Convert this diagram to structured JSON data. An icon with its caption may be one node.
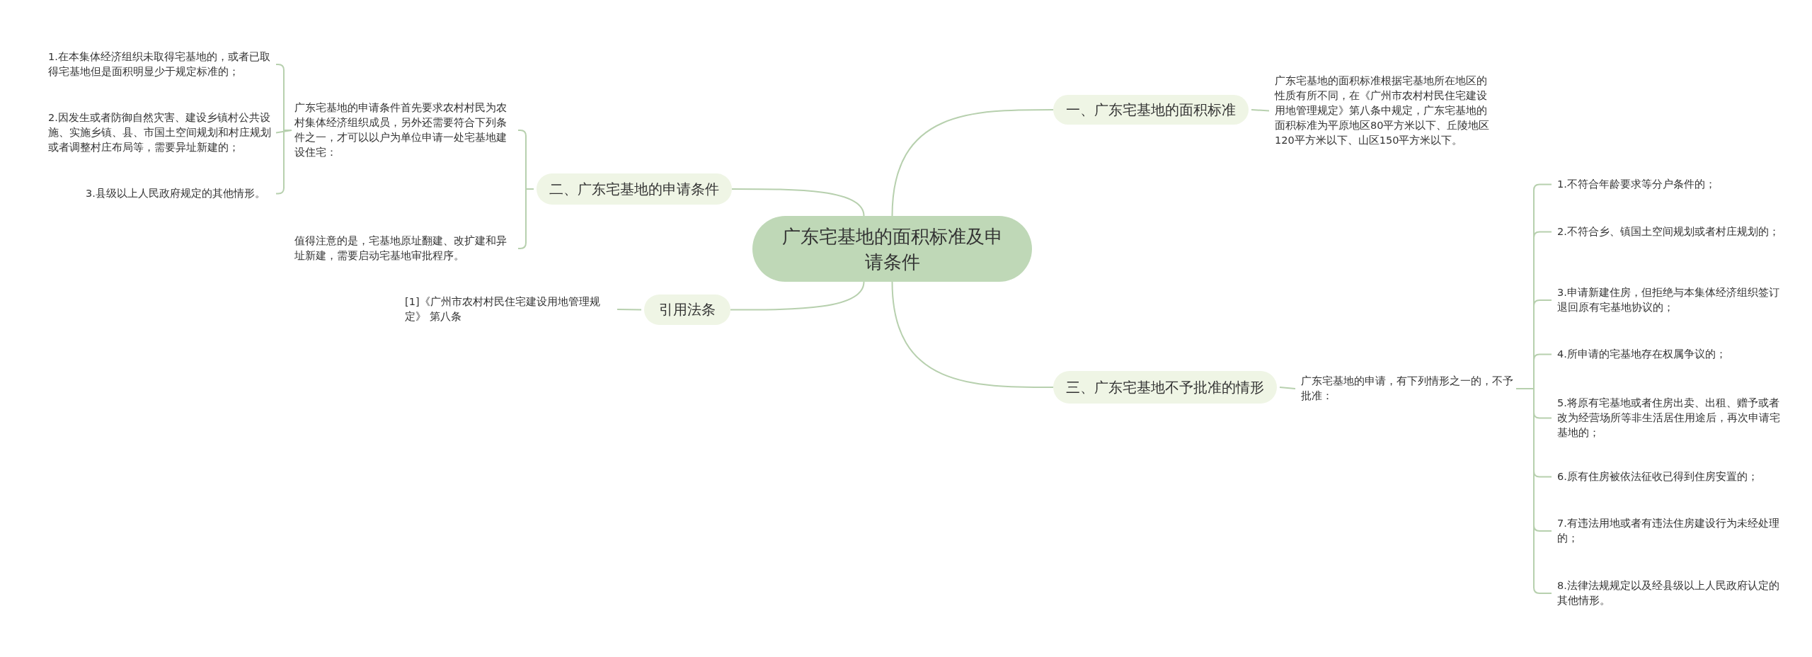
{
  "diagram": {
    "nodes": [
      {
        "text": [
          "广东宅基地的面积标准及申请条件"
        ]
      },
      {
        "text": [
          "一、广东宅基地的面积标准"
        ]
      },
      {
        "text": [
          "广东宅基地的面积标准根据宅基地所在地区的性质有所不同，在《广州市农村村民住宅建设用地管理规定》第八条中规定，广东宅基地的面积标准为平原地区80平方米以下、丘陵地区120平方米以下、山区150平方米以下。"
        ]
      },
      {
        "text": [
          "二、广东宅基地的申请条件"
        ]
      },
      {
        "text": [
          "广东宅基地的申请条件首先要求农村村民为农村集体经济组织成员，另外还需要符合下列条件之一，才可以以户为单位申请一处宅基地建设住宅："
        ]
      },
      {
        "text": [
          "1.在本集体经济组织未取得宅基地的，或者已取得宅基地但是面积明显少于规定标准的；"
        ]
      },
      {
        "text": [
          "2.因发生或者防御自然灾害、建设乡镇村公共设施、实施乡镇、县、市国土空间规划和村庄规划或者调整村庄布局等，需要异址新建的；"
        ]
      },
      {
        "text": [
          "3.县级以上人民政府规定的其他情形。"
        ]
      },
      {
        "text": [
          "值得注意的是，宅基地原址翻建、改扩建和异址新建，需要启动宅基地审批程序。"
        ]
      },
      {
        "text": [
          "引用法条"
        ]
      },
      {
        "text": [
          "[1]《广州市农村村民住宅建设用地管理规定》 第八条"
        ]
      },
      {
        "text": [
          "三、广东宅基地不予批准的情形"
        ]
      },
      {
        "text": [
          "广东宅基地的申请，有下列情形之一的，不予批准："
        ]
      },
      {
        "text": [
          "1.不符合年龄要求等分户条件的；"
        ]
      },
      {
        "text": [
          "2.不符合乡、镇国土空间规划或者村庄规划的；"
        ]
      },
      {
        "text": [
          "3.申请新建住房，但拒绝与本集体经济组织签订退回原有宅基地协议的；"
        ]
      },
      {
        "text": [
          "4.所申请的宅基地存在权属争议的；"
        ]
      },
      {
        "text": [
          "5.将原有宅基地或者住房出卖、出租、赠予或者改为经营场所等非生活居住用途后，再次申请宅基地的；"
        ]
      },
      {
        "text": [
          "6.原有住房被依法征收已得到住房安置的；"
        ]
      },
      {
        "text": [
          "7.有违法用地或者有违法住房建设行为未经处理的；"
        ]
      },
      {
        "text": [
          "8.法律法规规定以及经县级以上人民政府认定的其他情形。"
        ]
      }
    ],
    "edges": [
      {
        "from": 0,
        "to": 1,
        "arrow": "none"
      },
      {
        "from": 1,
        "to": 2,
        "arrow": "none"
      },
      {
        "from": 0,
        "to": 3,
        "arrow": "none"
      },
      {
        "from": 3,
        "to": 4,
        "arrow": "none"
      },
      {
        "from": 4,
        "to": 5,
        "arrow": "none"
      },
      {
        "from": 4,
        "to": 6,
        "arrow": "none"
      },
      {
        "from": 4,
        "to": 7,
        "arrow": "none"
      },
      {
        "from": 3,
        "to": 8,
        "arrow": "none"
      },
      {
        "from": 0,
        "to": 9,
        "arrow": "none"
      },
      {
        "from": 9,
        "to": 10,
        "arrow": "none"
      },
      {
        "from": 0,
        "to": 11,
        "arrow": "none"
      },
      {
        "from": 11,
        "to": 12,
        "arrow": "none"
      },
      {
        "from": 12,
        "to": 13,
        "arrow": "none"
      },
      {
        "from": 12,
        "to": 14,
        "arrow": "none"
      },
      {
        "from": 12,
        "to": 15,
        "arrow": "none"
      },
      {
        "from": 12,
        "to": 16,
        "arrow": "none"
      },
      {
        "from": 12,
        "to": 17,
        "arrow": "none"
      },
      {
        "from": 12,
        "to": 18,
        "arrow": "none"
      },
      {
        "from": 12,
        "to": 19,
        "arrow": "none"
      },
      {
        "from": 12,
        "to": 20,
        "arrow": "none"
      }
    ]
  }
}
